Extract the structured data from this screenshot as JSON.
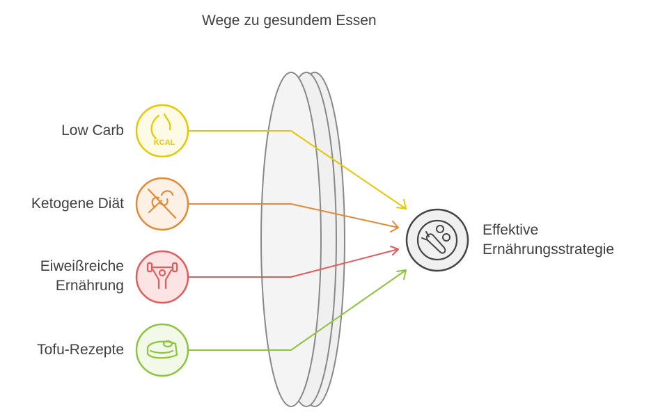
{
  "title": "Wege zu gesundem Essen",
  "inputs": [
    {
      "label": "Low Carb",
      "icon": "kcal-flame-icon",
      "color": "#e6c800",
      "fill": "#fdfbe6"
    },
    {
      "label": "Ketogene Diät",
      "icon": "no-grain-icon",
      "color": "#e08a36",
      "fill": "#fdf0e4"
    },
    {
      "label_line1": "Eiweißreiche",
      "label_line2": "Ernährung",
      "icon": "weightlifter-icon",
      "color": "#e05c5c",
      "fill": "#fde4e4"
    },
    {
      "label": "Tofu-Rezepte",
      "icon": "tofu-icon",
      "color": "#8cc43c",
      "fill": "#f2f9e8"
    }
  ],
  "icon_kcal_text": "KCAL",
  "output": {
    "line1": "Effektive",
    "line2": "Ernährungsstrategie",
    "icon": "carrot-plate-icon",
    "color": "#444444"
  }
}
